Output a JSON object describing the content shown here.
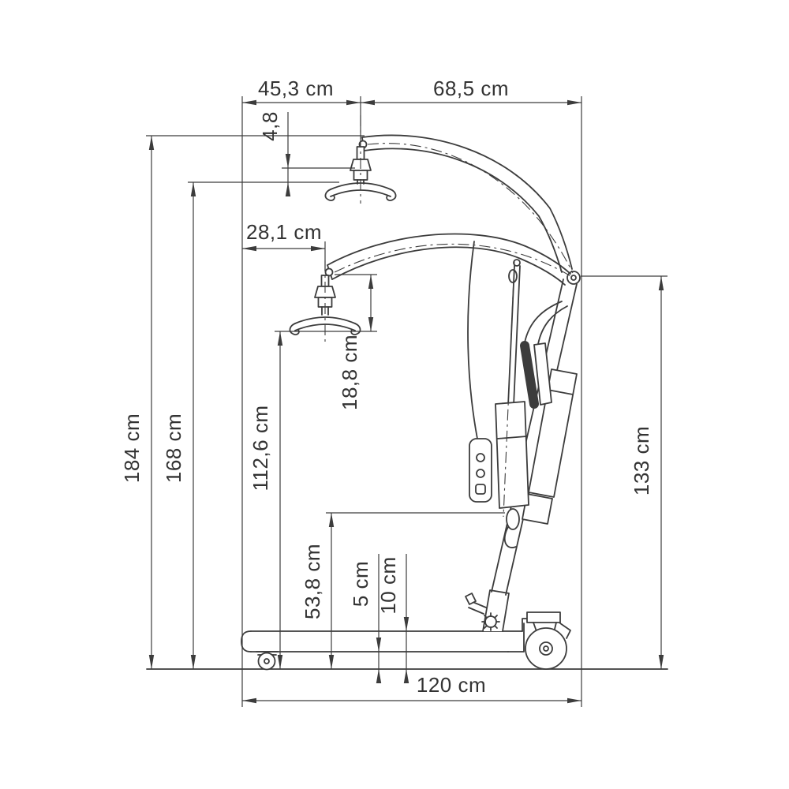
{
  "meta": {
    "type": "technical-dimension-drawing",
    "subject": "mobile patient lift side view",
    "colors": {
      "background": "#ffffff",
      "line": "#3c3c3c",
      "text": "#333333"
    }
  },
  "dim_labels": {
    "top_span_left": "45,3 cm",
    "top_span_right": "68,5 cm",
    "hanger_offset": "4,8",
    "mid_reach": "28,1 cm",
    "hanger_drop": "18,8 cm",
    "overall_height_max": "184 cm",
    "hanger_height_max": "168 cm",
    "hanger_height_mid": "112,6 cm",
    "mast_height": "133 cm",
    "hook_height_min": "53,8 cm",
    "ground_clearance": "5 cm",
    "base_height": "10 cm",
    "base_length": "120 cm"
  }
}
